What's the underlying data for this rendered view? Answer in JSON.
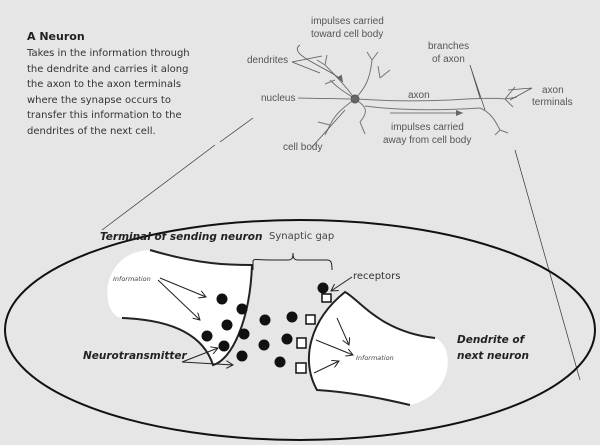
{
  "intro": {
    "title": "A Neuron",
    "lines": [
      "Takes in the information through",
      "the dendrite and carries it along",
      "the axon to the axon terminals",
      "where the synapse occurs to",
      "transfer this information to the",
      "dendrites of the next cell."
    ]
  },
  "neuron": {
    "impulses_toward": [
      "impulses carried",
      "toward cell body"
    ],
    "dendrites": "dendrites",
    "nucleus": "nucleus",
    "cell_body": "cell body",
    "axon": "axon",
    "impulses_away": [
      "impulses carried",
      "away from cell body"
    ],
    "branches": [
      "branches",
      "of axon"
    ],
    "terminals": [
      "axon",
      "terminals"
    ]
  },
  "synapse": {
    "terminal_label": "Terminal of sending neuron",
    "gap_label": "Synaptic gap",
    "receptors_label": "receptors",
    "information_left": "Information",
    "neurotransmitter_label": "Neurotransmitter",
    "dendrite_label": [
      "Dendrite of",
      "next neuron"
    ],
    "information_right": "Information"
  }
}
